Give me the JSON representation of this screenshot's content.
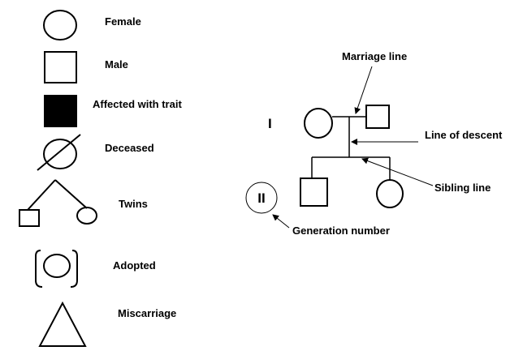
{
  "colors": {
    "stroke": "#000000",
    "fill_affected": "#000000",
    "background": "#ffffff"
  },
  "legend": [
    {
      "symbol": "circle-icon",
      "label": "Female"
    },
    {
      "symbol": "square-icon",
      "label": "Male"
    },
    {
      "symbol": "filled-square-icon",
      "label": "Affected with trait"
    },
    {
      "symbol": "crossed-circle-icon",
      "label": "Deceased"
    },
    {
      "symbol": "twins-icon",
      "label": "Twins"
    },
    {
      "symbol": "bracketed-circle-icon",
      "label": "Adopted"
    },
    {
      "symbol": "triangle-icon",
      "label": "Miscarriage"
    }
  ],
  "pedigree": {
    "generation_1": "I",
    "generation_2": "II",
    "annotations": {
      "marriage_line": "Marriage line",
      "line_of_descent": "Line of descent",
      "sibling_line": "Sibling line",
      "generation_number": "Generation number"
    }
  }
}
